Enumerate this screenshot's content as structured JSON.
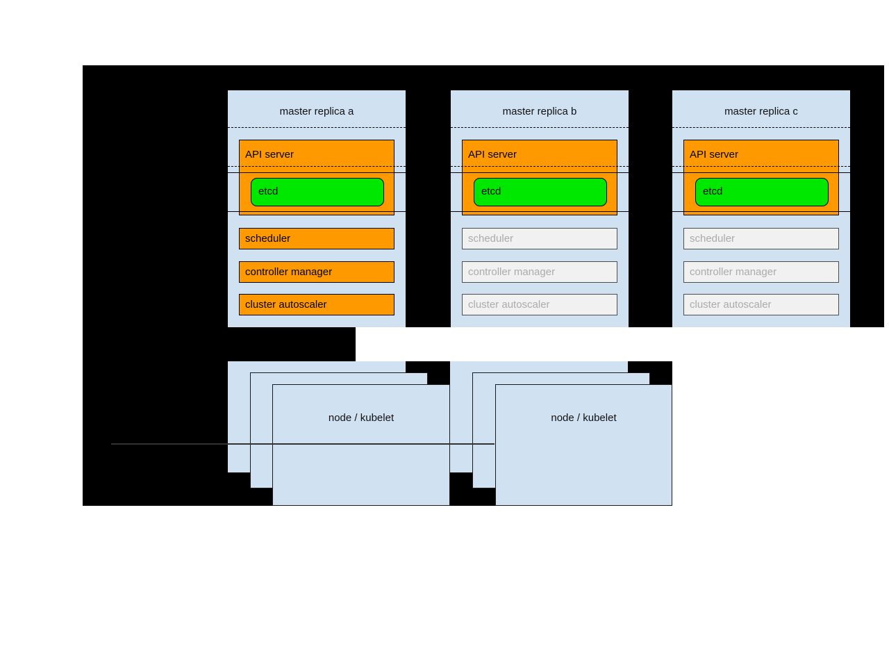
{
  "masters": [
    {
      "title": "master replica a",
      "api_server": "API server",
      "etcd": "etcd",
      "processes": [
        "scheduler",
        "controller manager",
        "cluster autoscaler"
      ],
      "state": "active"
    },
    {
      "title": "master replica b",
      "api_server": "API server",
      "etcd": "etcd",
      "processes": [
        "scheduler",
        "controller manager",
        "cluster autoscaler"
      ],
      "state": "standby"
    },
    {
      "title": "master replica c",
      "api_server": "API server",
      "etcd": "etcd",
      "processes": [
        "scheduler",
        "controller manager",
        "cluster autoscaler"
      ],
      "state": "standby"
    }
  ],
  "nodes": [
    {
      "label": "node / kubelet"
    },
    {
      "label": "node / kubelet"
    }
  ],
  "colors": {
    "background": "#000000",
    "panel_blue": "#d0e1f2",
    "active_orange": "#ff9900",
    "etcd_green": "#00e800",
    "standby_fill": "#f1f1f1",
    "standby_text": "#ababab"
  }
}
